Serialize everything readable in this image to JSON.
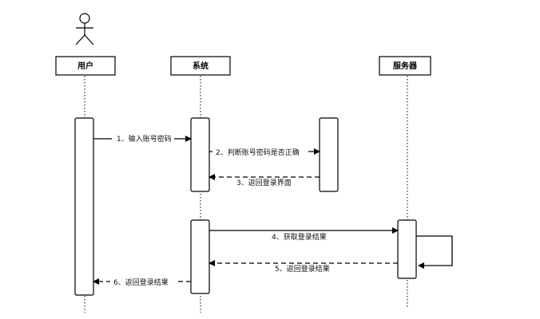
{
  "participants": {
    "user": "用户",
    "system": "系统",
    "server": "服务器"
  },
  "messages": [
    "1、输入账号密码",
    "2、判断账号密码是否正确",
    "3、返回登录界面",
    "4、获取登录结果",
    "5、返回登录结果",
    "6、返回登录结果"
  ]
}
